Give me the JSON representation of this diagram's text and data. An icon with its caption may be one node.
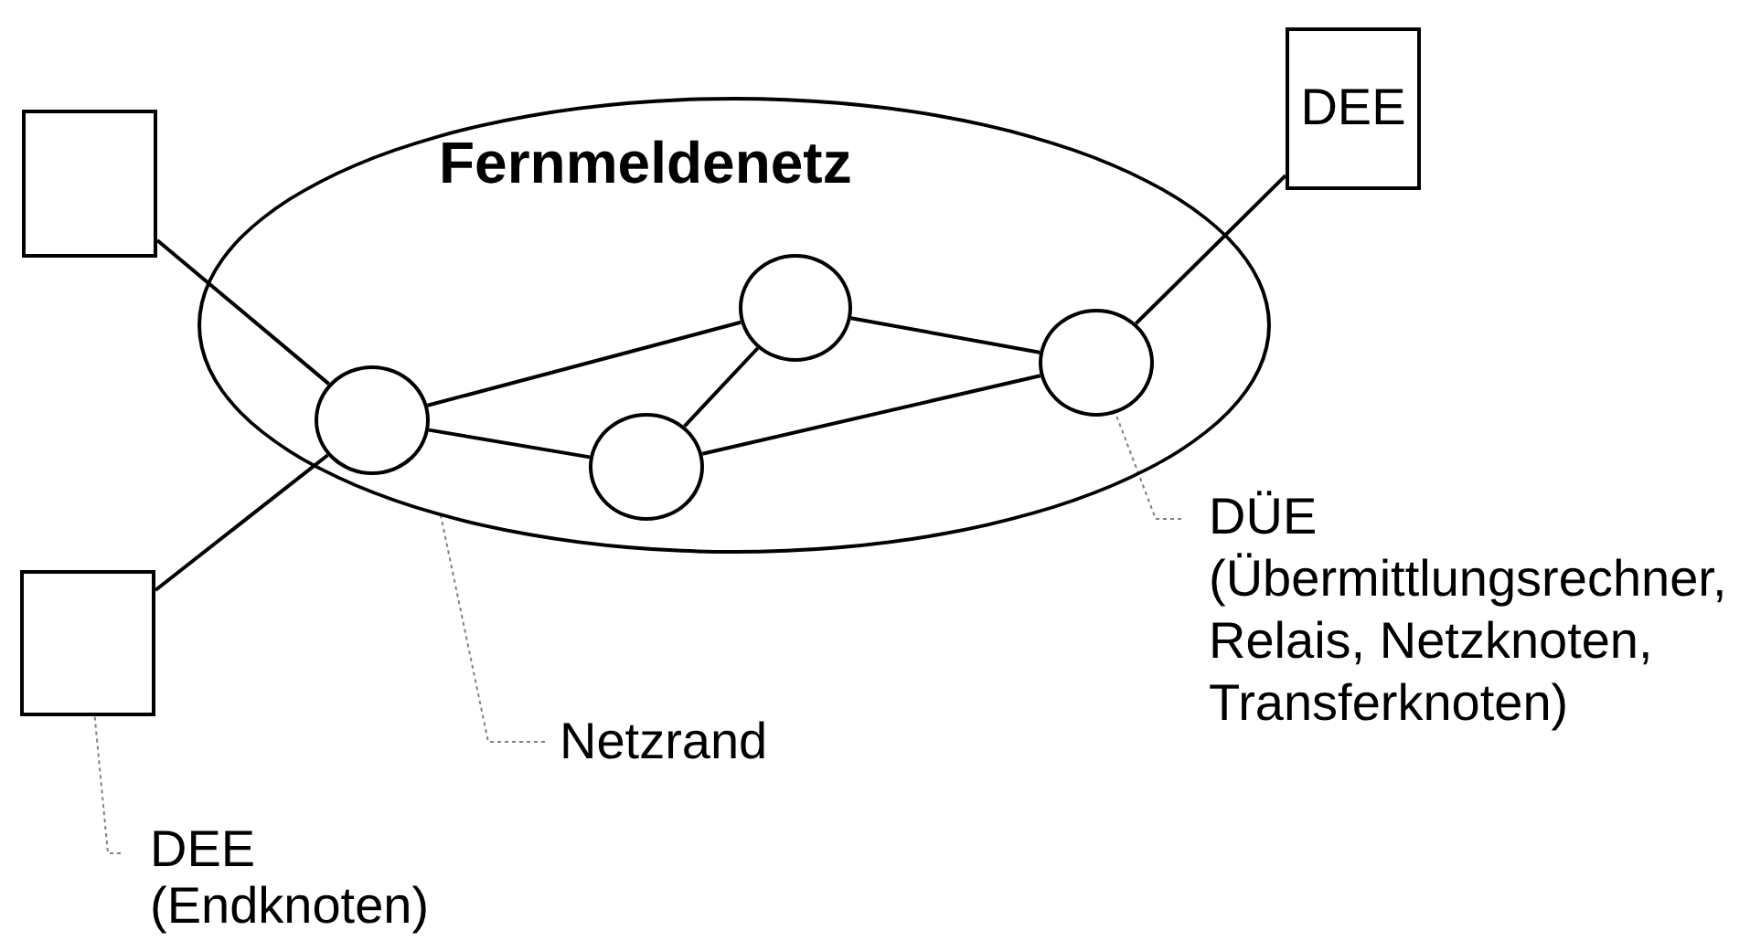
{
  "diagram": {
    "nodes": [
      {
        "text": [
          "Fernmeldenetz"
        ]
      },
      {
        "text": [],
        "shape": "box"
      },
      {
        "text": [],
        "shape": "box"
      },
      {
        "text": [
          "DEE"
        ]
      },
      {
        "text": [],
        "shape": "circle",
        "in": 0
      },
      {
        "text": [],
        "shape": "circle",
        "in": 0
      },
      {
        "text": [],
        "shape": "circle",
        "in": 0
      },
      {
        "text": [],
        "shape": "circle",
        "in": 0
      },
      {
        "text": [
          "DÜE",
          "(Übermittlungsrechner, Relais, Netzknoten, Transferknoten)"
        ]
      },
      {
        "text": [
          "Netzrand"
        ]
      },
      {
        "text": [
          "DEE",
          "(Endknoten)"
        ]
      }
    ],
    "edges": [
      {
        "from": 1,
        "to": 4,
        "arrow": "none"
      },
      {
        "from": 2,
        "to": 4,
        "arrow": "none"
      },
      {
        "from": 4,
        "to": 5,
        "arrow": "none"
      },
      {
        "from": 4,
        "to": 6,
        "arrow": "none"
      },
      {
        "from": 6,
        "to": 5,
        "arrow": "none"
      },
      {
        "from": 5,
        "to": 7,
        "arrow": "none"
      },
      {
        "from": 6,
        "to": 7,
        "arrow": "none"
      },
      {
        "from": 7,
        "to": 3,
        "arrow": "none"
      },
      {
        "from": 8,
        "to": 7,
        "arrow": "none",
        "style": "dashed",
        "color": "#808080"
      },
      {
        "from": 9,
        "to": 0,
        "arrow": "none",
        "style": "dashed",
        "color": "#808080"
      },
      {
        "from": 10,
        "to": 2,
        "arrow": "none",
        "style": "dashed",
        "color": "#808080"
      }
    ]
  }
}
